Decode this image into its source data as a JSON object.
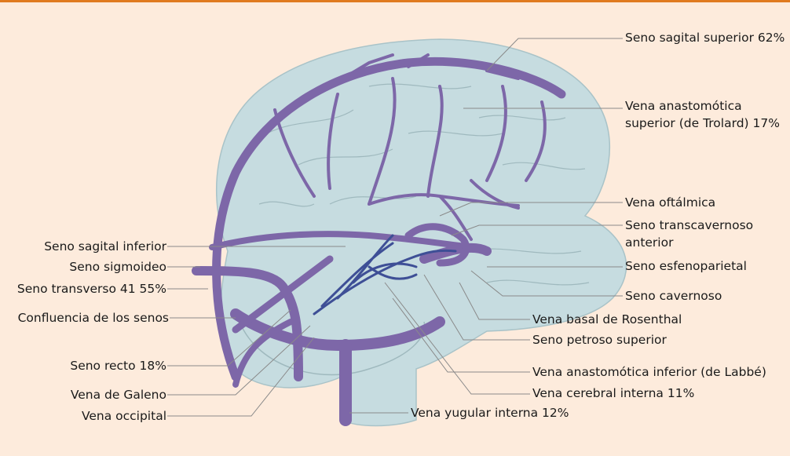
{
  "colors": {
    "panel_bg": "#fdebdc",
    "top_rule": "#e07a1f",
    "brain_fill": "#c6dce0",
    "vein": "#7d67a8",
    "deep_vein": "#3e4f96",
    "leader": "#8a8a8a"
  },
  "labels_right": {
    "seno_sagital_superior": "Seno sagital superior 62%",
    "vena_anastomotica_superior_1": "Vena anastomótica",
    "vena_anastomotica_superior_2": "superior (de Trolard) 17%",
    "vena_oftalmica": "Vena oftálmica",
    "seno_transcavernoso_1": "Seno transcavernoso",
    "seno_transcavernoso_2": "anterior",
    "seno_esfenoparietal": "Seno esfenoparietal",
    "seno_cavernoso": "Seno cavernoso",
    "vena_basal_rosenthal": "Vena basal de Rosenthal",
    "seno_petroso_superior": "Seno petroso superior",
    "vena_anastomotica_inferior": "Vena anastomótica inferior (de Labbé)",
    "vena_cerebral_interna": "Vena cerebral interna 11%",
    "vena_yugular_interna": "Vena yugular interna 12%"
  },
  "labels_left": {
    "seno_sagital_inferior": "Seno sagital inferior",
    "seno_sigmoideo": "Seno sigmoideo",
    "seno_transverso": "Seno transverso 41 55%",
    "confluencia_senos": "Confluencia de los senos",
    "seno_recto": "Seno recto 18%",
    "vena_galeno": "Vena de Galeno",
    "vena_occipital": "Vena occipital"
  }
}
